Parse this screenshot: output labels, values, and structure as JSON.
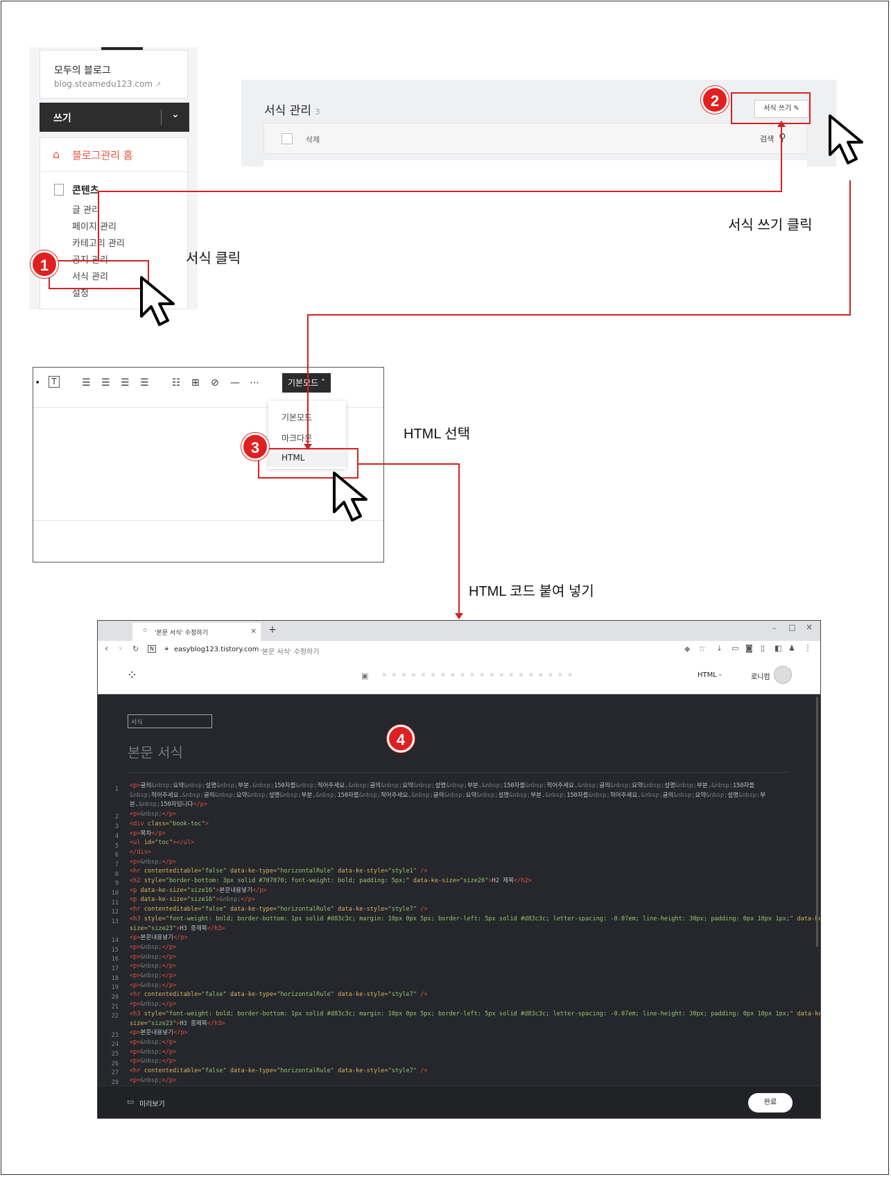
{
  "panel1": {
    "blog_name": "모두의 블로그",
    "blog_url": "blog.steamedu123.com",
    "write_label": "쓰기",
    "admin_home": "블로그관리 홈",
    "contents_title": "콘텐츠",
    "menu": [
      "글 관리",
      "페이지 관리",
      "카테고리 관리",
      "공지 관리",
      "서식 관리",
      "설정"
    ]
  },
  "panel2": {
    "title": "서식 관리",
    "count": "3",
    "write_template": "서식 쓰기",
    "delete": "삭제",
    "search": "검색"
  },
  "panel3": {
    "mode_button": "기본모드 ˄",
    "options": [
      "기본모드",
      "마크다운",
      "HTML"
    ]
  },
  "panel4": {
    "tab_title": "'본문 서식' 수정하기",
    "url": "easyblog123.tistory.com",
    "url_suffix": "'본문 서식' 수정하기",
    "mode": "HTML",
    "user": "로니컴",
    "template_tag": "서식",
    "doc_title": "본문 서식",
    "preview": "미리보기",
    "done": "완료",
    "line_numbers": [
      "1",
      "2",
      "3",
      "4",
      "5",
      "6",
      "7",
      "8",
      "9",
      "10",
      "11",
      "12",
      "13",
      "14",
      "15",
      "16",
      "17",
      "18",
      "19",
      "20",
      "21",
      "22",
      "23",
      "24",
      "25",
      "26",
      "27",
      "28"
    ]
  },
  "steps": {
    "step1": "1",
    "step2": "2",
    "step3": "3",
    "step4": "4",
    "caption1": "서식 클릭",
    "caption2": "서식 쓰기 클릭",
    "caption3": "HTML 선택",
    "caption4": "HTML 코드 붙여 넣기"
  },
  "colors": {
    "accent_red": "#d42121",
    "admin_orange": "#e8553d",
    "editor_bg": "#25272c"
  }
}
